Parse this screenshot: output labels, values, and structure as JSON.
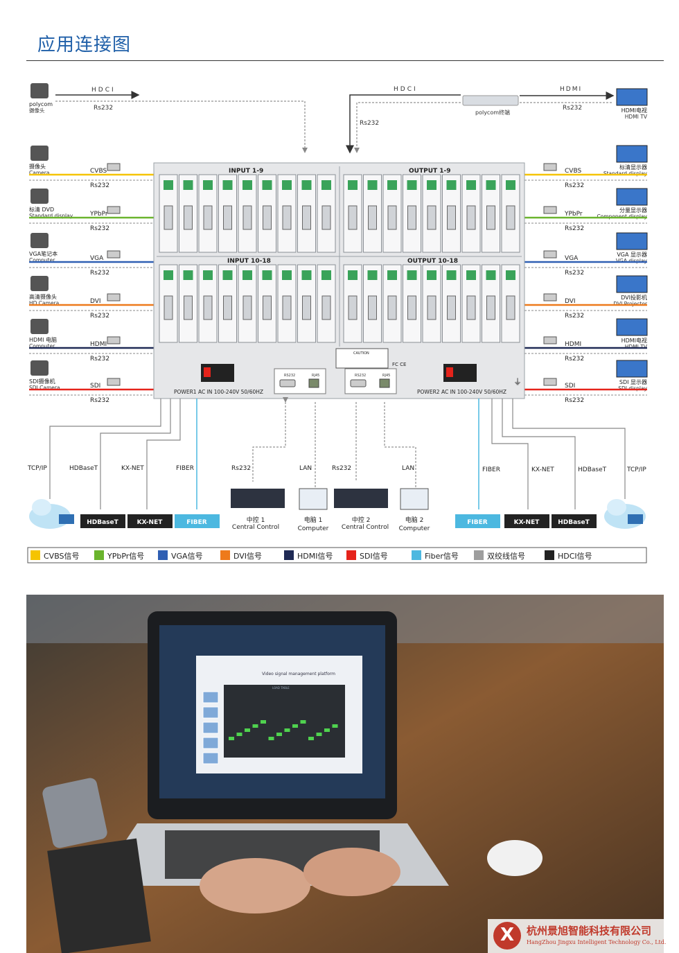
{
  "header": {
    "title": "应用连接图"
  },
  "top_links": {
    "left_hdci": "HDCI",
    "left_rs232": "Rs232",
    "right_hdci": "HDCI",
    "right_rs232": "Rs232",
    "polycom_terminal": "polycom终端",
    "right_hdmi": "HDMI",
    "right_rs232_b": "Rs232"
  },
  "left_devices": [
    {
      "label": "polycom",
      "sub": "摄像头",
      "signal": "",
      "rs": ""
    },
    {
      "label": "摄像头",
      "sub": "Camera",
      "signal": "CVBS",
      "rs": "Rs232"
    },
    {
      "label": "标清 DVD",
      "sub": "Standard display",
      "signal": "YPbPr",
      "rs": "Rs232"
    },
    {
      "label": "VGA笔记本",
      "sub": "Computer",
      "signal": "VGA",
      "rs": "Rs232"
    },
    {
      "label": "高清摄像头",
      "sub": "HD Camera",
      "signal": "DVI",
      "rs": "Rs232"
    },
    {
      "label": "HDMI 电脑",
      "sub": "Computer",
      "signal": "HDMI",
      "rs": "Rs232"
    },
    {
      "label": "SDI摄像机",
      "sub": "SDI Camera",
      "signal": "SDI",
      "rs": "Rs232"
    }
  ],
  "right_devices": [
    {
      "label": "HDMI电视",
      "sub": "HDMI TV",
      "signal": "",
      "rs": ""
    },
    {
      "label": "标清显示器",
      "sub": "Standard display",
      "signal": "CVBS",
      "rs": "Rs232"
    },
    {
      "label": "分量显示器",
      "sub": "Component display",
      "signal": "YPbPr",
      "rs": "Rs232"
    },
    {
      "label": "VGA 显示器",
      "sub": "VGA display",
      "signal": "VGA",
      "rs": "Rs232"
    },
    {
      "label": "DVI投影机",
      "sub": "DVI Projector",
      "signal": "DVI",
      "rs": "Rs232"
    },
    {
      "label": "HDMI电视",
      "sub": "HDMI TV",
      "signal": "HDMI",
      "rs": "Rs232"
    },
    {
      "label": "SDI 显示器",
      "sub": "SDI display",
      "signal": "SDI",
      "rs": "Rs232"
    }
  ],
  "chassis": {
    "input_top": "INPUT 1-9",
    "output_top": "OUTPUT 1-9",
    "input_bottom": "INPUT 10-18",
    "output_bottom": "OUTPUT 10-18",
    "power1": "POWER1 AC IN 100-240V 50/60HZ",
    "power2": "POWER2 AC IN 100-240V 50/60HZ",
    "caution": "CAUTION",
    "port_rs232": "RS232",
    "port_rj45": "RJ45",
    "fc_ce": "FC CE"
  },
  "bottom_lines": {
    "tcpip_left": "TCP/IP",
    "hdbaset_left": "HDBaseT",
    "kxnet_left": "KX-NET",
    "fiber_left": "FIBER",
    "rs232_a": "Rs232",
    "lan_a": "LAN",
    "rs232_b": "Rs232",
    "lan_b": "LAN",
    "fiber_right": "FIBER",
    "kxnet_right": "KX-NET",
    "hdbaset_right": "HDBaseT",
    "tcpip_right": "TCP/IP"
  },
  "bottom_devices": {
    "hdbaset_box_left": "HDBaseT",
    "kxnet_box_left": "KX-NET",
    "fiber_box_left": "FIBER",
    "ctrl1_cn": "中控 1",
    "ctrl1_en": "Central Control",
    "pc1_cn": "电脑 1",
    "pc1_en": "Computer",
    "ctrl2_cn": "中控 2",
    "ctrl2_en": "Central Control",
    "pc2_cn": "电脑 2",
    "pc2_en": "Computer",
    "fiber_box_right": "FIBER",
    "kxnet_box_right": "KX-NET",
    "hdbaset_box_right": "HDBaseT"
  },
  "legend": [
    {
      "label": "CVBS信号",
      "color": "#f5c400"
    },
    {
      "label": "YPbPr信号",
      "color": "#6ab42d"
    },
    {
      "label": "VGA信号",
      "color": "#2f5fb3"
    },
    {
      "label": "DVI信号",
      "color": "#ee7a1b"
    },
    {
      "label": "HDMI信号",
      "color": "#1f2a55"
    },
    {
      "label": "SDI信号",
      "color": "#e5231b"
    },
    {
      "label": "Fiber信号",
      "color": "#4cb8e0"
    },
    {
      "label": "双绞线信号",
      "color": "#9e9e9e"
    },
    {
      "label": "HDCI信号",
      "color": "#222222"
    }
  ],
  "laptop_screen": {
    "title": "Video signal management platform",
    "panel": "LOAD TABLE"
  },
  "watermark": {
    "company_cn": "杭州景旭智能科技有限公司",
    "company_en": "HangZhou Jingxu Intelligent Technology Co., Ltd.",
    "logo_letter": "X"
  }
}
